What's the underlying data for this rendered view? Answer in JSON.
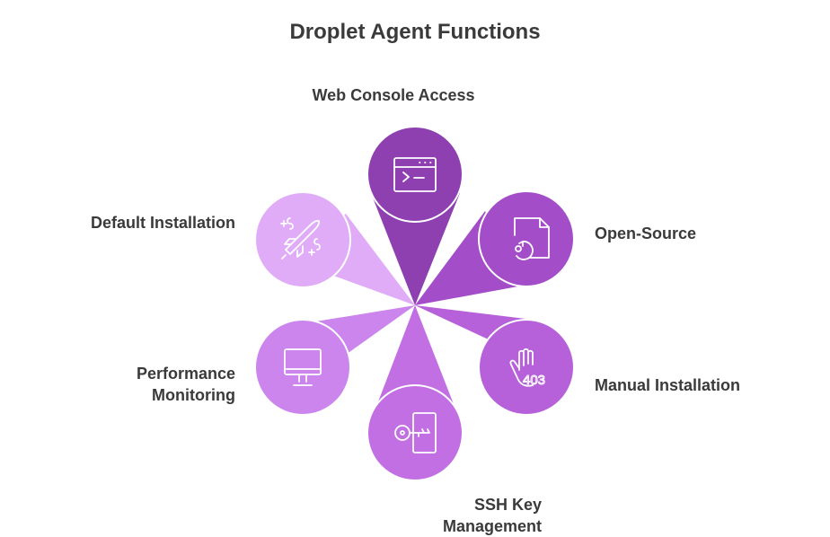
{
  "title": "Droplet Agent Functions",
  "petals": [
    {
      "id": "web-console",
      "label": [
        "Web Console Access"
      ],
      "icon": "terminal-window-icon",
      "color": "#8e3fb0"
    },
    {
      "id": "open-source",
      "label": [
        "Open-Source"
      ],
      "icon": "open-source-document-icon",
      "color": "#a34dc9"
    },
    {
      "id": "manual-installation",
      "label": [
        "Manual Installation"
      ],
      "icon": "hand-403-icon",
      "color": "#b660d9"
    },
    {
      "id": "ssh-key",
      "label": [
        "SSH Key",
        "Management"
      ],
      "icon": "key-door-icon",
      "color": "#c16fe3"
    },
    {
      "id": "performance-monitoring",
      "label": [
        "Performance",
        "Monitoring"
      ],
      "icon": "monitor-icon",
      "color": "#cb85ec"
    },
    {
      "id": "default-installation",
      "label": [
        "Default Installation"
      ],
      "icon": "rocket-icon",
      "color": "#e0acf7"
    }
  ]
}
